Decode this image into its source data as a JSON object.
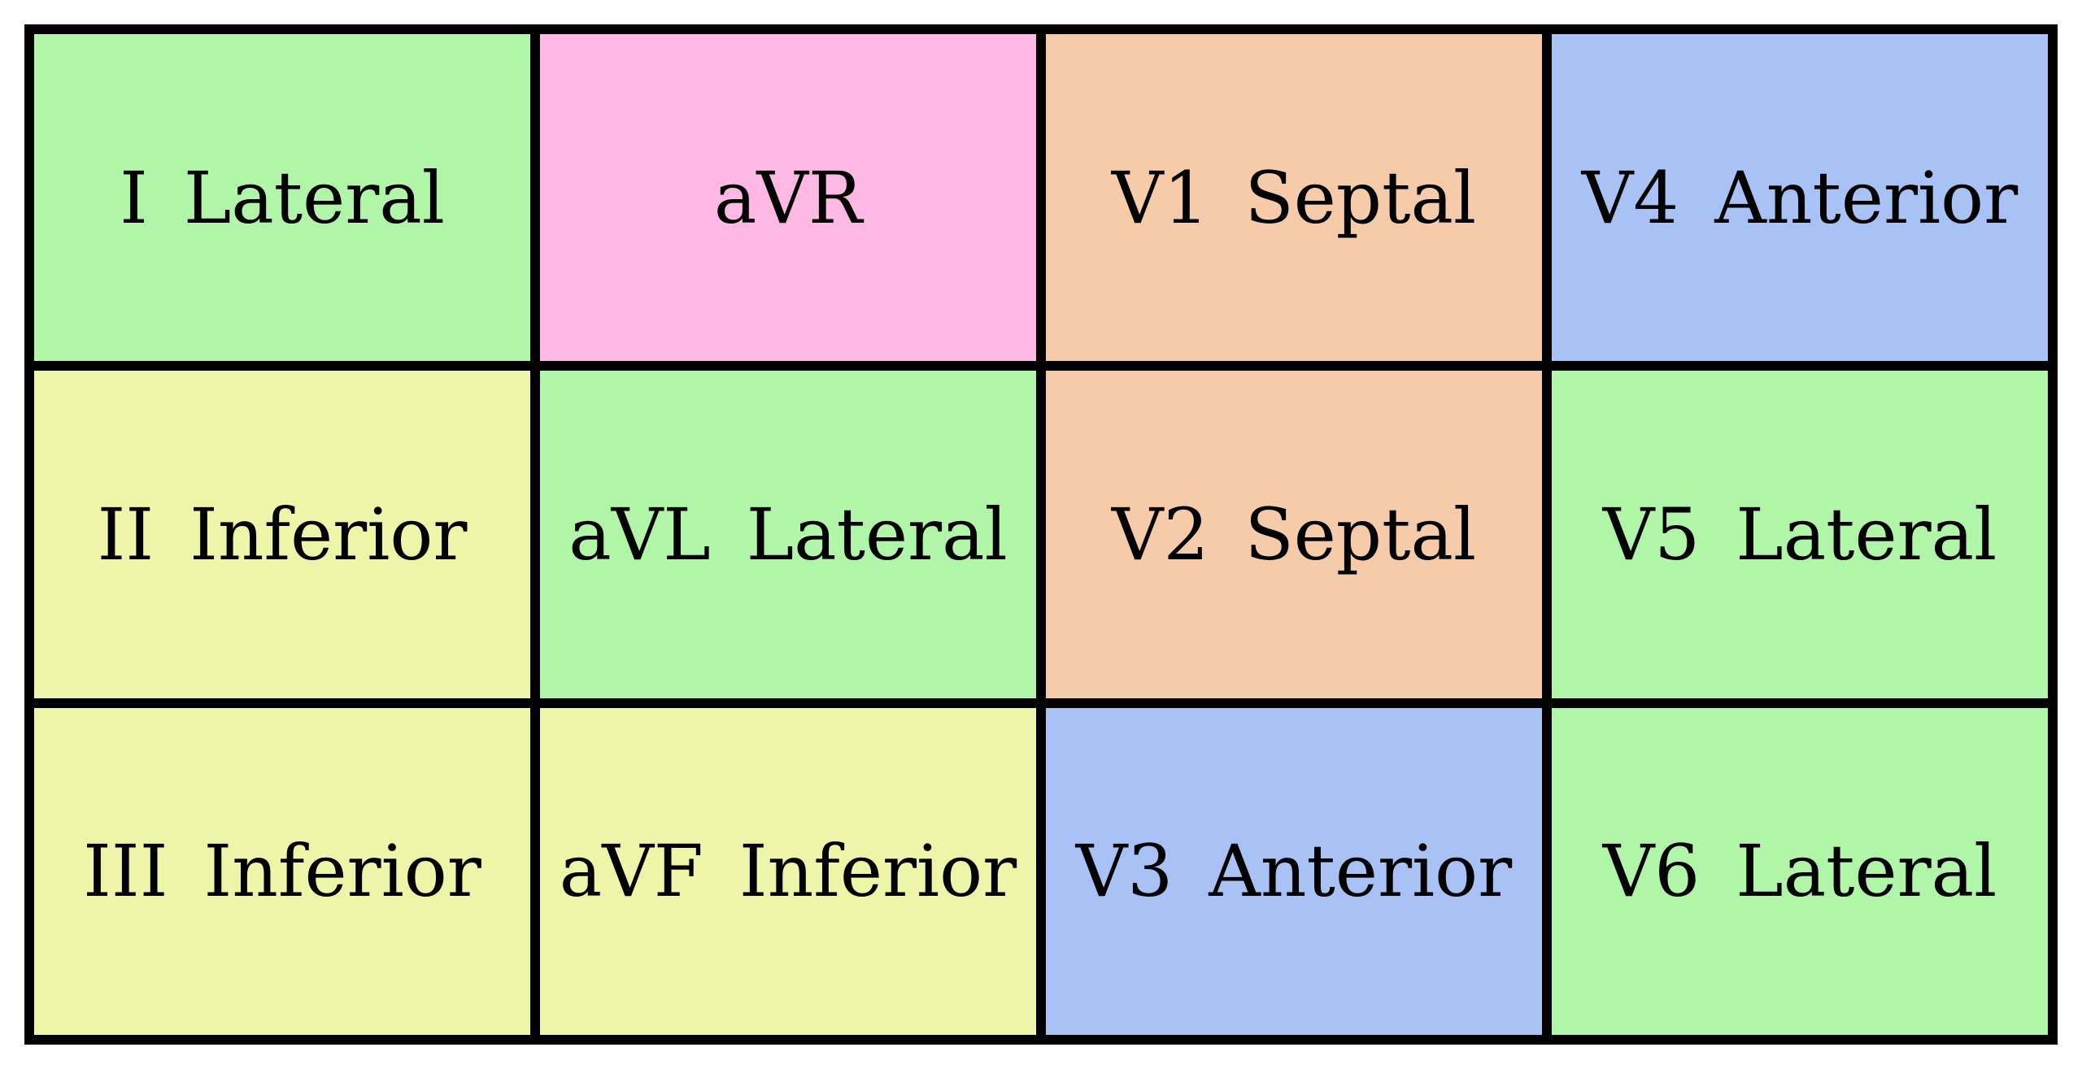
{
  "colors": {
    "lateral": "#b1f5a8",
    "inferior": "#eff5a8",
    "septal": "#f6cba9",
    "anterior": "#a8c2f5",
    "avr": "#fdb9e4",
    "border": "#000000"
  },
  "cells": [
    {
      "lead": "I",
      "region": "Lateral",
      "color_key": "lateral"
    },
    {
      "lead": "aVR",
      "region": "",
      "color_key": "avr"
    },
    {
      "lead": "V1",
      "region": "Septal",
      "color_key": "septal"
    },
    {
      "lead": "V4",
      "region": "Anterior",
      "color_key": "anterior"
    },
    {
      "lead": "II",
      "region": "Inferior",
      "color_key": "inferior"
    },
    {
      "lead": "aVL",
      "region": "Lateral",
      "color_key": "lateral"
    },
    {
      "lead": "V2",
      "region": "Septal",
      "color_key": "septal"
    },
    {
      "lead": "V5",
      "region": "Lateral",
      "color_key": "lateral"
    },
    {
      "lead": "III",
      "region": "Inferior",
      "color_key": "inferior"
    },
    {
      "lead": "aVF",
      "region": "Inferior",
      "color_key": "inferior"
    },
    {
      "lead": "V3",
      "region": "Anterior",
      "color_key": "anterior"
    },
    {
      "lead": "V6",
      "region": "Lateral",
      "color_key": "lateral"
    }
  ]
}
